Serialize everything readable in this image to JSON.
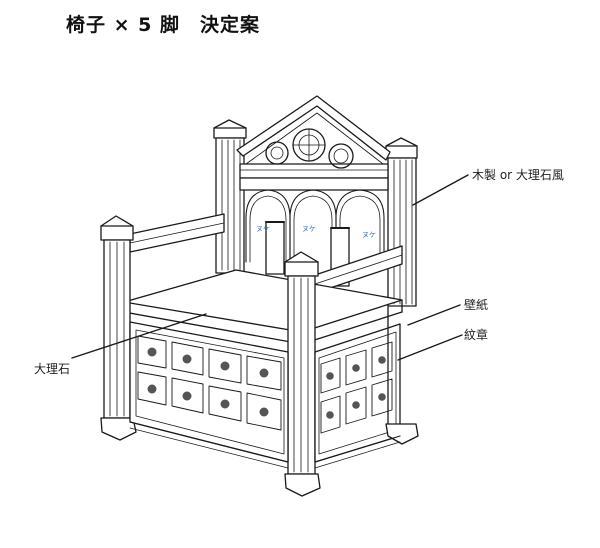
{
  "title": "椅子 × 5 脚　決定案",
  "labels": {
    "wood_marble": "木製 or 大理石風",
    "wallpaper": "壁紙",
    "crest": "紋章",
    "marble": "大理石"
  },
  "cutout_marks": [
    "ヌケ",
    "ヌケ",
    "ヌケ"
  ],
  "colors": {
    "ink": "#1a1a1a",
    "annotation_blue": "#2a6fc9"
  }
}
